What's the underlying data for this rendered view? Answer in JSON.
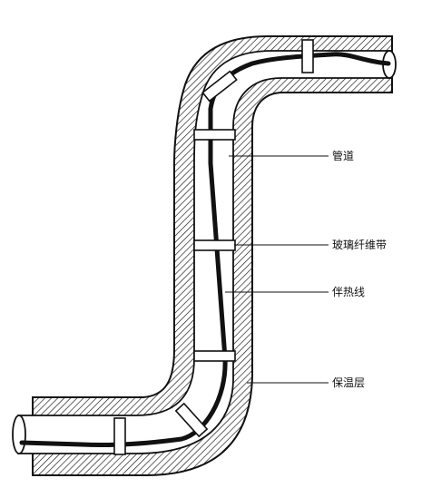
{
  "labels": {
    "pipe": "管道",
    "fiberglass_tape": "玻璃纤维带",
    "heat_trace_cable": "伴热线",
    "insulation": "保温层"
  },
  "colors": {
    "ink": "#111111",
    "background": "#ffffff"
  }
}
